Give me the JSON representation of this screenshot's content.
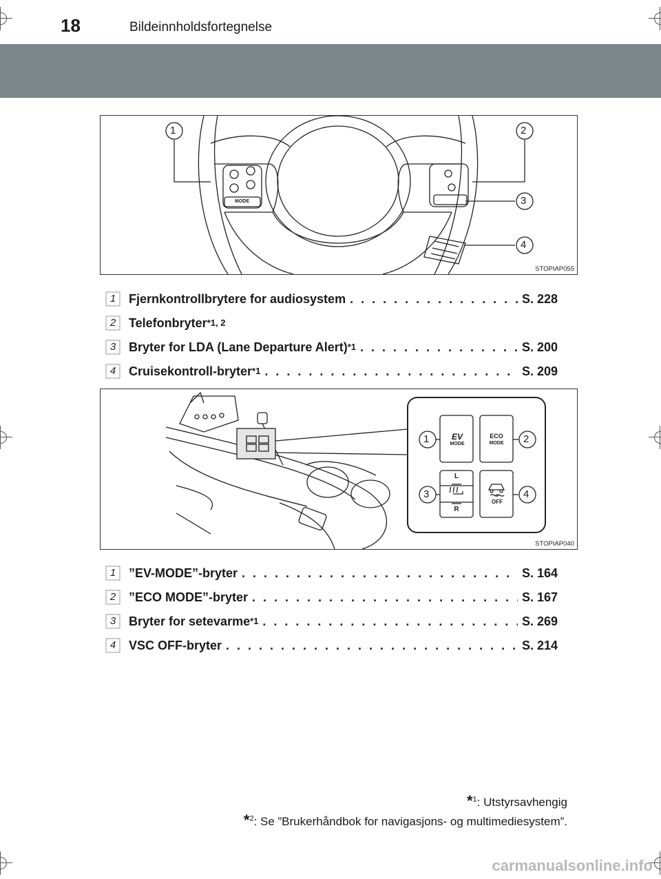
{
  "header": {
    "page_number": "18",
    "title": "Bildeinnholdsfortegnelse"
  },
  "figure1": {
    "code": "STOPIAP055",
    "callouts": [
      "1",
      "2",
      "3",
      "4"
    ],
    "mode_label": "MODE"
  },
  "list1": [
    {
      "num": "1",
      "text": "Fjernkontrollbrytere for audiosystem",
      "sup": "",
      "page": "S. 228"
    },
    {
      "num": "2",
      "text": "Telefonbryter",
      "sup": "*1, 2",
      "page": ""
    },
    {
      "num": "3",
      "text": "Bryter for LDA (Lane Departure Alert)",
      "sup": "*1",
      "page": "S. 200"
    },
    {
      "num": "4",
      "text": "Cruisekontroll-bryter",
      "sup": "*1",
      "page": "S. 209"
    }
  ],
  "figure2": {
    "code": "STOPIAP040",
    "callouts": [
      "1",
      "2",
      "3",
      "4"
    ],
    "buttons": {
      "ev": "EV",
      "ev_mode": "MODE",
      "eco": "ECO",
      "eco_mode": "MODE",
      "seat_l": "L",
      "seat_r": "R",
      "vsc_off": "OFF"
    }
  },
  "list2": [
    {
      "num": "1",
      "text": "”EV-MODE”-bryter",
      "sup": "",
      "page": "S. 164"
    },
    {
      "num": "2",
      "text": "”ECO MODE”-bryter",
      "sup": "",
      "page": "S. 167"
    },
    {
      "num": "3",
      "text": "Bryter for setevarme",
      "sup": "*1",
      "page": "S. 269"
    },
    {
      "num": "4",
      "text": "VSC OFF-bryter",
      "sup": "",
      "page": "S. 214"
    }
  ],
  "footnotes": {
    "f1_mark": "*",
    "f1_sup": "1",
    "f1_text": ": Utstyrsavhengig",
    "f2_mark": "*",
    "f2_sup": "2",
    "f2_text": ": Se ”Brukerhåndbok for navigasjons- og multimediesystem”."
  },
  "watermark": "carmanualsonline.info"
}
